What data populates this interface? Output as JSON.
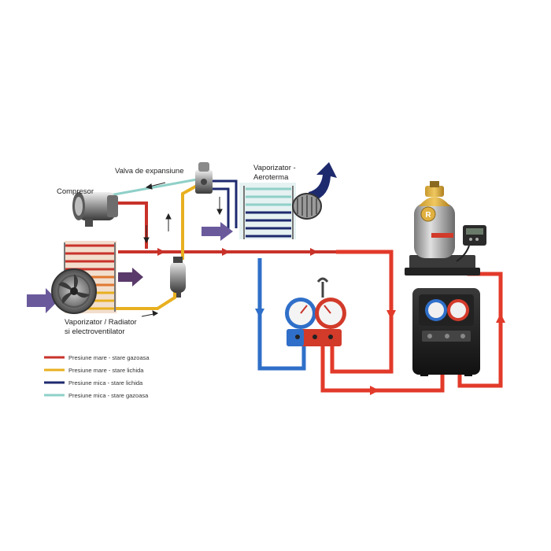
{
  "labels": {
    "compressor": "Compresor",
    "expansion_valve": "Valva de expansiune",
    "evaporator_line1": "Vaporizator -",
    "evaporator_line2": "Aeroterma",
    "condenser_line1": "Vaporizator / Radiator",
    "condenser_line2": "si electroventilator"
  },
  "tank_label": "R",
  "legend": [
    {
      "label": "Presiune mare - stare gazoasa",
      "color": "#c8322a"
    },
    {
      "label": "Presiune mare - stare lichida",
      "color": "#e8b020"
    },
    {
      "label": "Presiune mica - stare lichida",
      "color": "#1e2a6e"
    },
    {
      "label": "Presiune mica - stare gazoasa",
      "color": "#8fd0c8"
    }
  ],
  "colors": {
    "high_gas": "#c8322a",
    "high_liquid": "#e8b020",
    "low_liquid": "#1e2a6e",
    "low_gas": "#8fd0c8",
    "service_blue": "#2f6fc9",
    "service_red": "#e23a2a",
    "airflow": "#6a5a9c"
  }
}
